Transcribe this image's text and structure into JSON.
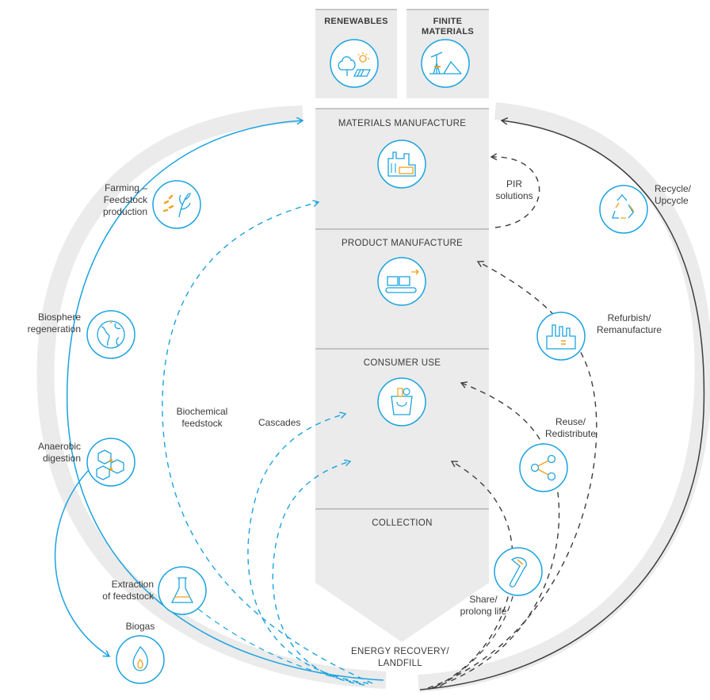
{
  "colors": {
    "blue": "#1aa3e0",
    "dark": "#3d3d3d",
    "panel": "#ebebeb",
    "ring": "#ebebeb",
    "accent": "#f0a21a"
  },
  "headers": {
    "renewables": "RENEWABLES",
    "finite_line1": "FINITE",
    "finite_line2": "MATERIALS",
    "materials_manufacture": "MATERIALS MANUFACTURE",
    "product_manufacture": "PRODUCT MANUFACTURE",
    "consumer_use": "CONSUMER USE",
    "collection": "COLLECTION",
    "energy_line1": "ENERGY RECOVERY/",
    "energy_line2": "LANDFILL"
  },
  "left": {
    "farming_line1": "Farming –",
    "farming_line2": "Feedstock",
    "farming_line3": "production",
    "biosphere_line1": "Biosphere",
    "biosphere_line2": "regeneration",
    "anaerobic_line1": "Anaerobic",
    "anaerobic_line2": "digestion",
    "extraction_line1": "Extraction",
    "extraction_line2": "of feedstock",
    "biogas": "Biogas",
    "biochemical_line1": "Biochemical",
    "biochemical_line2": "feedstock",
    "cascades": "Cascades"
  },
  "right": {
    "pir_line1": "PIR",
    "pir_line2": "solutions",
    "recycle_line1": "Recycle/",
    "recycle_line2": "Upcycle",
    "refurbish_line1": "Refurbish/",
    "refurbish_line2": "Remanufacture",
    "reuse_line1": "Reuse/",
    "reuse_line2": "Redistribute",
    "share_line1": "Share/",
    "share_line2": "prolong life"
  },
  "icons": {
    "renewables": "tree-sun-solar-icon",
    "finite": "pumpjack-mountain-icon",
    "materials": "factory-icon",
    "product": "conveyor-boxes-icon",
    "consumer": "shopping-bag-icon",
    "farming": "wheat-seeds-icon",
    "biosphere": "globe-icon",
    "anaerobic": "molecule-icon",
    "extraction": "flask-icon",
    "biogas": "flame-icon",
    "recycle": "recycle-icon",
    "refurbish": "factory-chimney-icon",
    "reuse": "share-nodes-icon",
    "share": "wrench-icon"
  }
}
